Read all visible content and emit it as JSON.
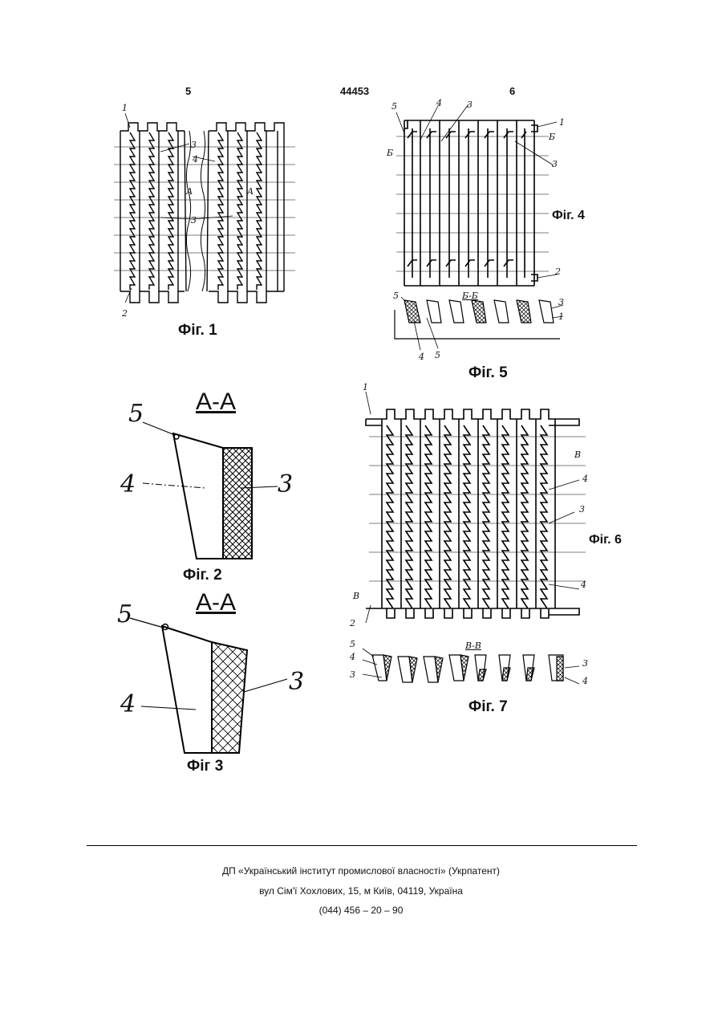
{
  "header": {
    "page_left": "5",
    "patent_number": "44453",
    "page_right": "6"
  },
  "figures": {
    "fig1": {
      "caption": "Фіг. 1",
      "labels": [
        "1",
        "2",
        "3",
        "4",
        "3",
        "А",
        "А"
      ]
    },
    "fig2": {
      "caption": "Фіг. 2",
      "section": "А-А",
      "labels": [
        "5",
        "4",
        "3"
      ]
    },
    "fig3": {
      "caption": "Фіг 3",
      "section": "А-А",
      "labels": [
        "5",
        "4",
        "3"
      ]
    },
    "fig4": {
      "caption": "Фіг. 4",
      "labels": [
        "5",
        "4",
        "3",
        "1",
        "Б",
        "Б",
        "3",
        "2"
      ]
    },
    "fig5": {
      "caption": "Фіг. 5",
      "section": "Б-Б",
      "labels": [
        "5",
        "3",
        "1",
        "4",
        "5"
      ]
    },
    "fig6": {
      "caption": "Фіг. 6",
      "labels": [
        "1",
        "В",
        "4",
        "3",
        "4",
        "В",
        "2"
      ]
    },
    "fig7": {
      "caption": "Фіг. 7",
      "section": "В-В",
      "labels": [
        "5",
        "4",
        "3",
        "3",
        "4"
      ]
    }
  },
  "footer": {
    "line1": "ДП «Український інститут промислової власності» (Укрпатент)",
    "line2": "вул  Сім'ї Хохлових, 15, м  Київ, 04119, Україна",
    "line3": "(044) 456 – 20 – 90"
  }
}
